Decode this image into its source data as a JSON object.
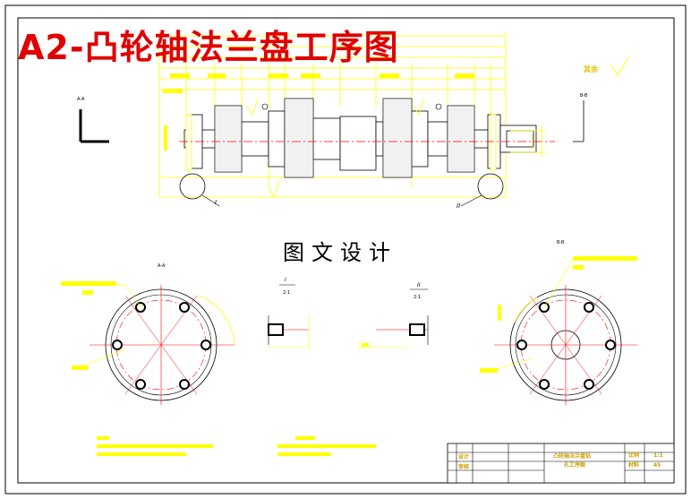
{
  "title": "A2-凸轮轴法兰盘工序图",
  "watermark": "图文设计",
  "labels": {
    "view_a": "A-A",
    "view_b": "B-B",
    "detail_i": "I",
    "detail_ii": "II",
    "scale_i": "2:1",
    "scale_ii": "2:1",
    "callout_i": "I",
    "callout_ii": "II",
    "surface_note": "其余"
  },
  "title_block": {
    "row1_left": "设计",
    "row2_left": "审核",
    "part_name_1": "凸轮轴法兰盘钻",
    "part_name_2": "孔工序图",
    "row1_right": "比例",
    "row2_right": "材料",
    "row1_value": "1:1",
    "row2_value": "45"
  },
  "colors": {
    "dimension": "#ffff00",
    "centerline": "#ff0000",
    "outline": "#000000",
    "title": "#e00000"
  }
}
